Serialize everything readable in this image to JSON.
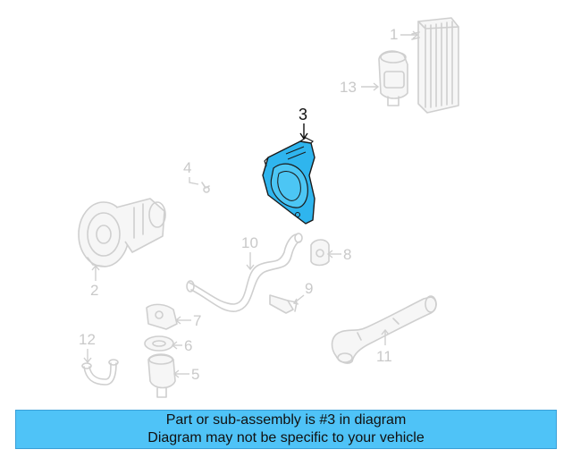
{
  "diagram": {
    "highlight_color": "#2fb5ee",
    "callouts": [
      {
        "id": "1",
        "label": "1"
      },
      {
        "id": "2",
        "label": "2"
      },
      {
        "id": "3",
        "label": "3"
      },
      {
        "id": "4",
        "label": "4"
      },
      {
        "id": "5",
        "label": "5"
      },
      {
        "id": "6",
        "label": "6"
      },
      {
        "id": "7",
        "label": "7"
      },
      {
        "id": "8",
        "label": "8"
      },
      {
        "id": "9",
        "label": "9"
      },
      {
        "id": "10",
        "label": "10"
      },
      {
        "id": "11",
        "label": "11"
      },
      {
        "id": "12",
        "label": "12"
      },
      {
        "id": "13",
        "label": "13"
      }
    ],
    "highlighted_part": "3"
  },
  "banner": {
    "background": "#4fc3f7",
    "line1": "Part or sub-assembly is #3 in diagram",
    "line2": "Diagram may not be specific to your vehicle"
  }
}
